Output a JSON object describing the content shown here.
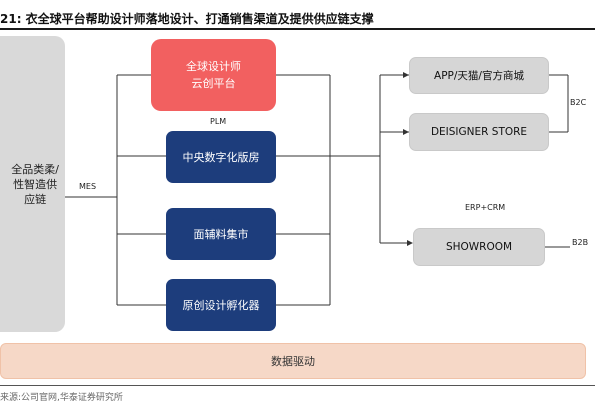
{
  "title": "21:  衣全球平台帮助设计师落地设计、打通销售渠道及提供供应链支撑",
  "left_box": {
    "label": "全品类柔/\n性智造供\n应链"
  },
  "center": {
    "red_box": "全球设计师\n云创平台",
    "navy_boxes": [
      "中央数字化版房",
      "面辅料集市",
      "原创设计孵化器"
    ]
  },
  "right": {
    "channels": [
      "APP/天猫/官方商城",
      "DEISIGNER STORE",
      "SHOWROOM"
    ]
  },
  "labels": {
    "plm": "PLM",
    "mes": "MES",
    "erp_crm": "ERP+CRM",
    "b2c": "B2C",
    "b2b": "B2B"
  },
  "bottom_bar": "数据驱动",
  "source": "来源:公司官网,华泰证券研究所",
  "colors": {
    "red": "#f26060",
    "navy": "#1d3d7c",
    "grey": "#d6d6d6",
    "bar": "#f6d8c7"
  }
}
